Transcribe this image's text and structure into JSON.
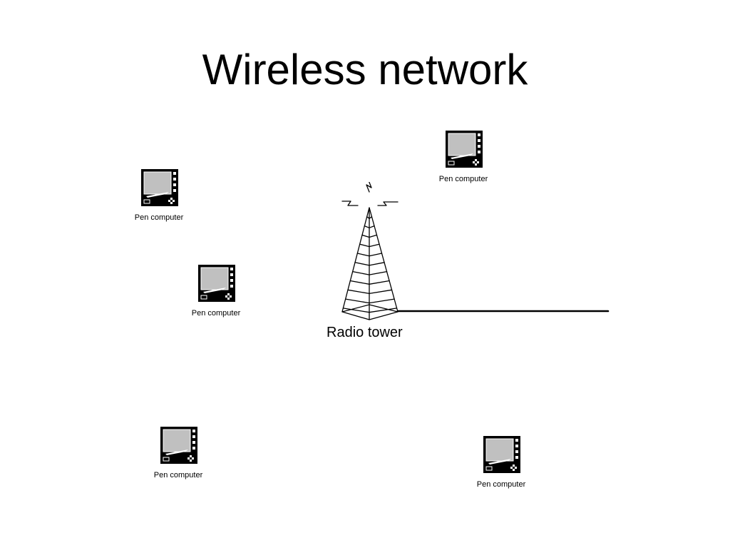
{
  "title": "Wireless network",
  "tower": {
    "label": "Radio tower",
    "icon": "radio-tower-icon"
  },
  "devices": [
    {
      "label": "Pen computer",
      "icon": "pen-computer-icon"
    },
    {
      "label": "Pen computer",
      "icon": "pen-computer-icon"
    },
    {
      "label": "Pen computer",
      "icon": "pen-computer-icon"
    },
    {
      "label": "Pen computer",
      "icon": "pen-computer-icon"
    },
    {
      "label": "Pen computer",
      "icon": "pen-computer-icon"
    }
  ],
  "colors": {
    "background": "#ffffff",
    "ink": "#000000",
    "screen": "#c0c0c0"
  }
}
